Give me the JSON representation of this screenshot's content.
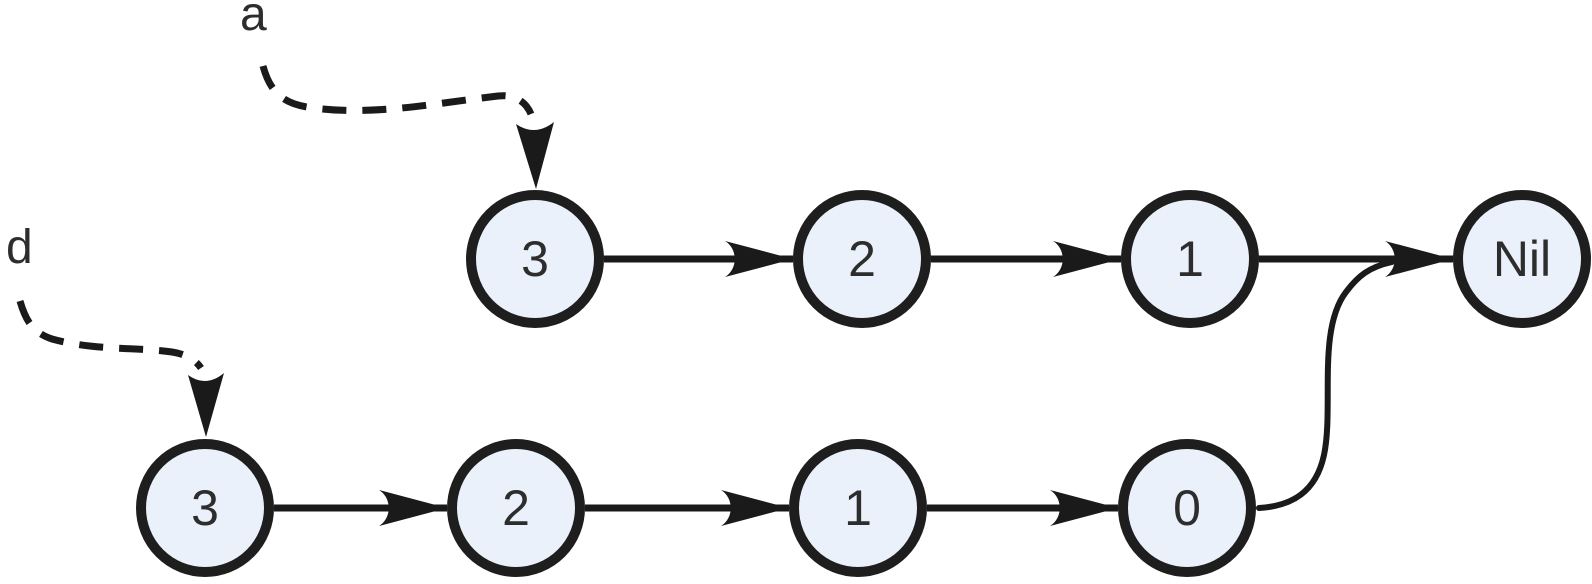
{
  "diagram": {
    "type": "linked-list-diagram",
    "shared_terminator": "Nil",
    "lists": {
      "a": {
        "pointer_label": "a",
        "nodes": [
          "3",
          "2",
          "1"
        ]
      },
      "d": {
        "pointer_label": "d",
        "nodes": [
          "3",
          "2",
          "1",
          "0"
        ]
      }
    },
    "colors": {
      "background": "#ffffff",
      "node_fill": "#eaf1fa",
      "node_border": "#1e1e1e",
      "edge": "#1a1a1a",
      "text": "#2d2d2d"
    }
  }
}
